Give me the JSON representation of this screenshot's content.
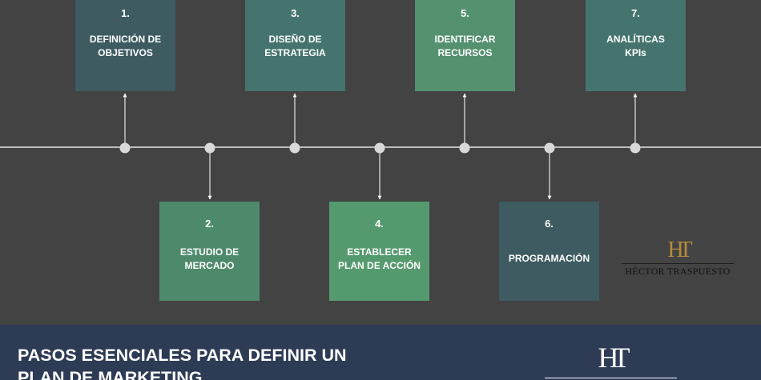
{
  "steps": [
    {
      "num": "1.",
      "label": "DEFINICIÓN DE\nOBJETIVOS",
      "color": "#3d5b61"
    },
    {
      "num": "2.",
      "label": "ESTUDIO DE\nMERCADO",
      "color": "#4d8a6b"
    },
    {
      "num": "3.",
      "label": "DISEÑO DE\nESTRATEGIA",
      "color": "#45746e"
    },
    {
      "num": "4.",
      "label": "ESTABLECER\nPLAN DE ACCIÓN",
      "color": "#559a6e"
    },
    {
      "num": "5.",
      "label": "IDENTIFICAR\nRECURSOS",
      "color": "#54916f"
    },
    {
      "num": "6.",
      "label": "PROGRAMACIÓN",
      "color": "#3d5b61"
    },
    {
      "num": "7.",
      "label": "ANALÍTICAS\nKPIs",
      "color": "#45746e"
    }
  ],
  "logo": {
    "monogram": "HT",
    "name": "HÉCTOR TRASPUESTO",
    "accent": "#b58b3a"
  },
  "footer": {
    "title": "PASOS ESENCIALES PARA DEFINIR UN\nPLAN DE MARKETING",
    "background": "#2d3b55",
    "monogram": "HT"
  }
}
